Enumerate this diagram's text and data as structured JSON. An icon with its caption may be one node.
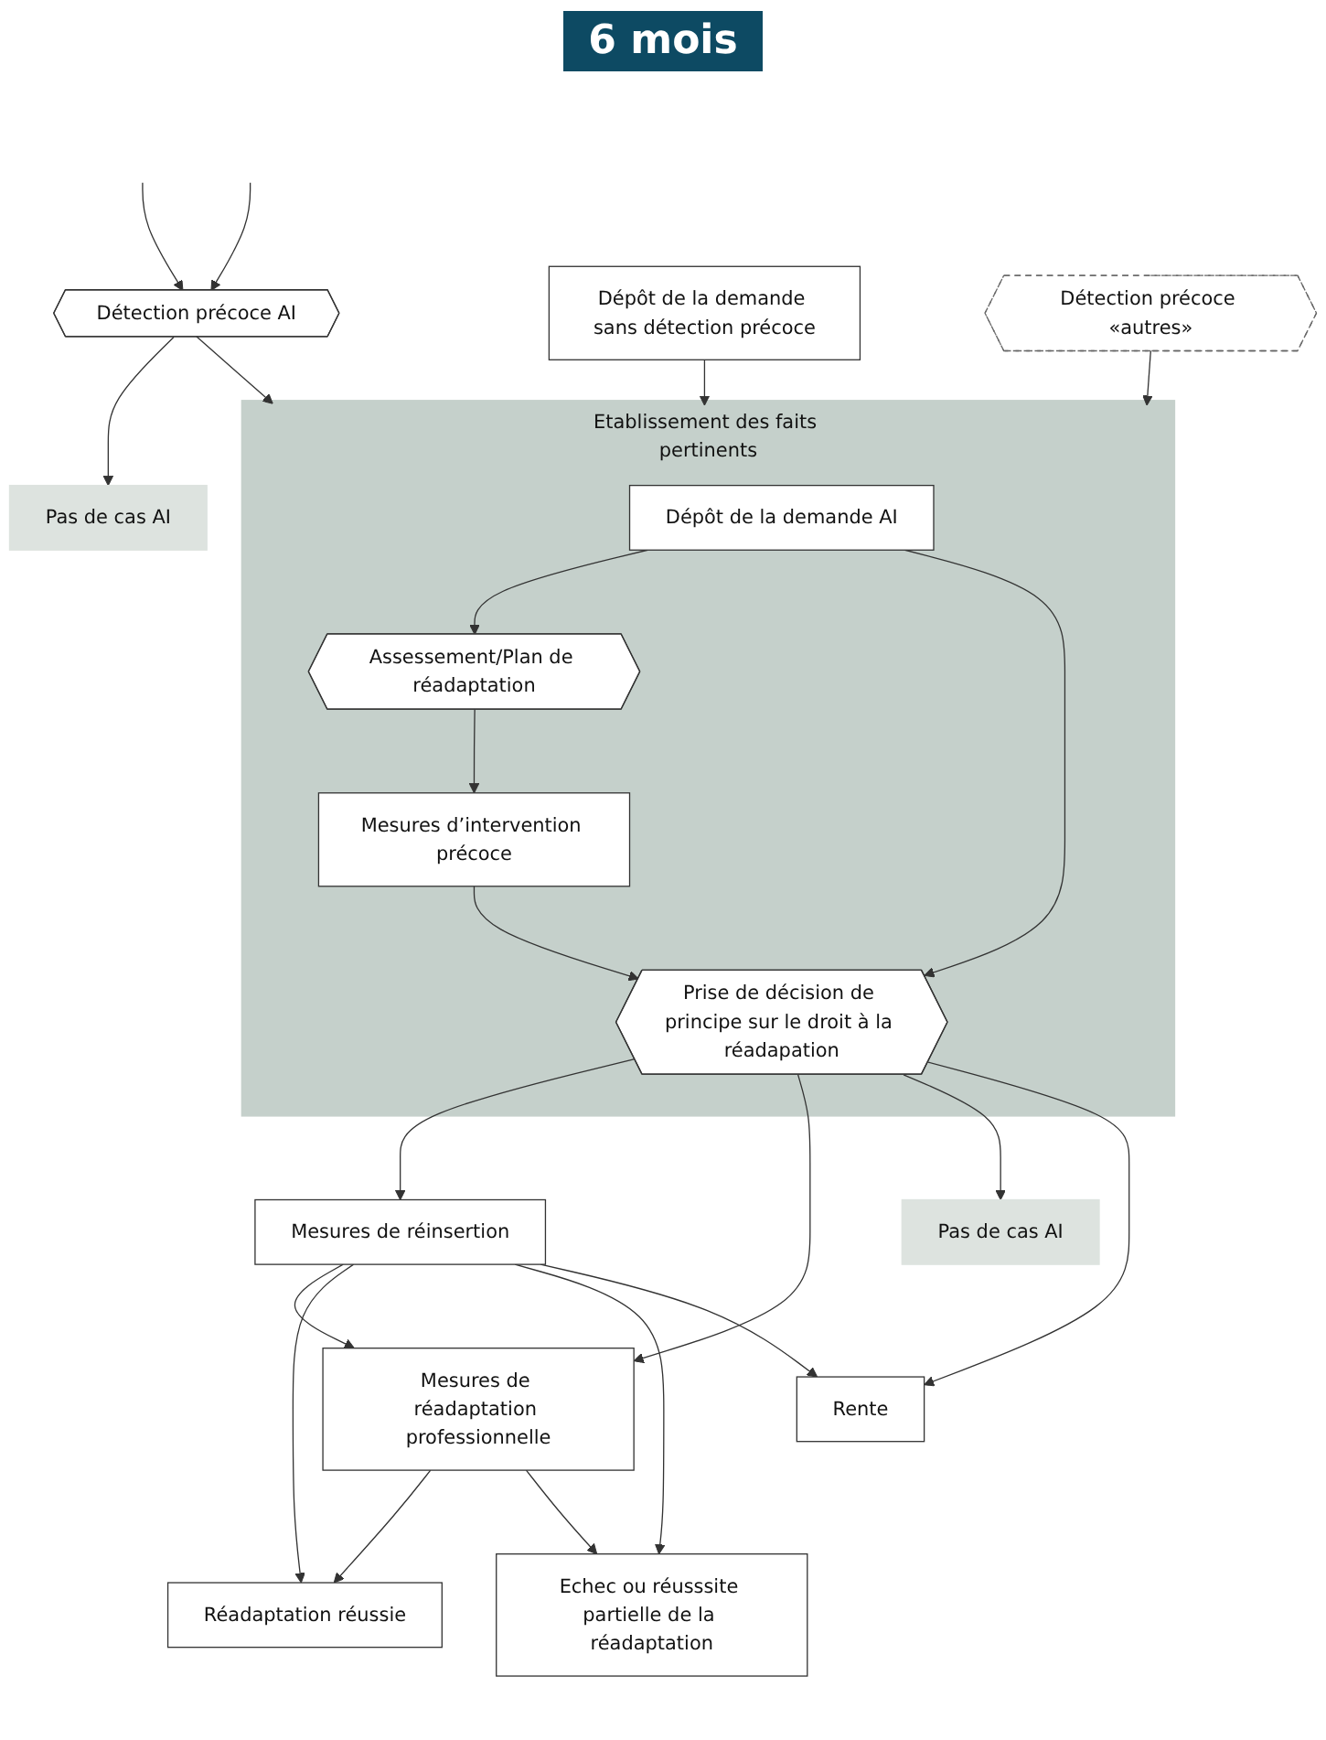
{
  "diagram": {
    "nodes": [
      {
        "text": [
          "Détection précoce AI"
        ]
      },
      {
        "text": [
          "Pas de cas AI"
        ]
      },
      {
        "text": [
          "Dépôt de la demande sans détection précoce"
        ]
      },
      {
        "text": [
          "Détection précoce «autres»"
        ]
      },
      {
        "text": [
          "Etablissement des faits pertinents"
        ]
      },
      {
        "text": [
          "Dépôt de la demande AI"
        ],
        "in": 4
      },
      {
        "text": [
          "Assessement/Plan de réadaptation"
        ],
        "in": 4
      },
      {
        "text": [
          "Mesures d’intervention précoce"
        ],
        "in": 4
      },
      {
        "text": [
          "Prise de décision de principe sur le droit à la réadapation"
        ],
        "in": 4
      },
      {
        "text": [
          "Mesures de réinsertion"
        ]
      },
      {
        "text": [
          "Mesures de réadaptation professionnelle"
        ]
      },
      {
        "text": [
          "Pas de cas AI"
        ]
      },
      {
        "text": [
          "Rente"
        ]
      },
      {
        "text": [
          "Réadaptation réussie"
        ]
      },
      {
        "text": [
          "Echec ou réusssite partielle de la réadaptation"
        ]
      }
    ],
    "edges": [
      {
        "from": null,
        "to": 0,
        "arrow": "to"
      },
      {
        "from": null,
        "to": 0,
        "arrow": "to"
      },
      {
        "from": 0,
        "to": 1,
        "arrow": "to"
      },
      {
        "from": 2,
        "to": 4,
        "arrow": "to"
      },
      {
        "from": 0,
        "to": 4,
        "arrow": "to"
      },
      {
        "from": 3,
        "to": 4,
        "arrow": "to"
      },
      {
        "from": 5,
        "to": 6,
        "arrow": "to"
      },
      {
        "from": 6,
        "to": 7,
        "arrow": "to"
      },
      {
        "from": 5,
        "to": 8,
        "arrow": "to"
      },
      {
        "from": 7,
        "to": 8,
        "arrow": "to"
      },
      {
        "from": 8,
        "to": 9,
        "arrow": "to"
      },
      {
        "from": 8,
        "to": 10,
        "arrow": "to"
      },
      {
        "from": 8,
        "to": 11,
        "arrow": "to"
      },
      {
        "from": 8,
        "to": 12,
        "arrow": "to"
      },
      {
        "from": 9,
        "to": 10,
        "arrow": "to"
      },
      {
        "from": 9,
        "to": 13,
        "arrow": "to"
      },
      {
        "from": 9,
        "to": 14,
        "arrow": "to"
      },
      {
        "from": 9,
        "to": 12,
        "arrow": "to"
      },
      {
        "from": 10,
        "to": 13,
        "arrow": "to"
      },
      {
        "from": 10,
        "to": 14,
        "arrow": "to"
      }
    ],
    "labels": [
      "6 mois"
    ]
  }
}
